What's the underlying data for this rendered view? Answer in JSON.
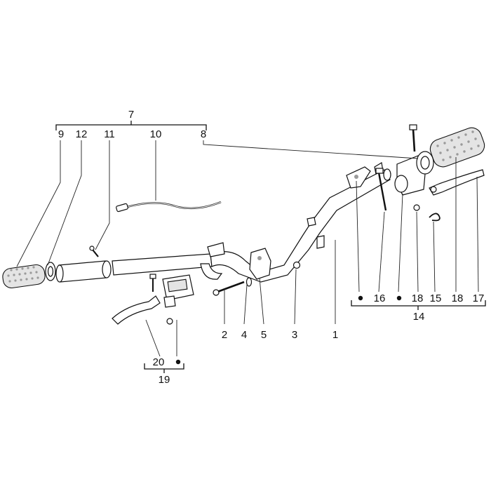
{
  "callouts": {
    "c7": "7",
    "c9": "9",
    "c12": "12",
    "c11": "11",
    "c10": "10",
    "c8": "8",
    "c2": "2",
    "c4": "4",
    "c5": "5",
    "c3": "3",
    "c1": "1",
    "c16": "16",
    "c18a": "18",
    "c15": "15",
    "c18b": "18",
    "c17": "17",
    "c14": "14",
    "c20": "20",
    "c19": "19"
  }
}
